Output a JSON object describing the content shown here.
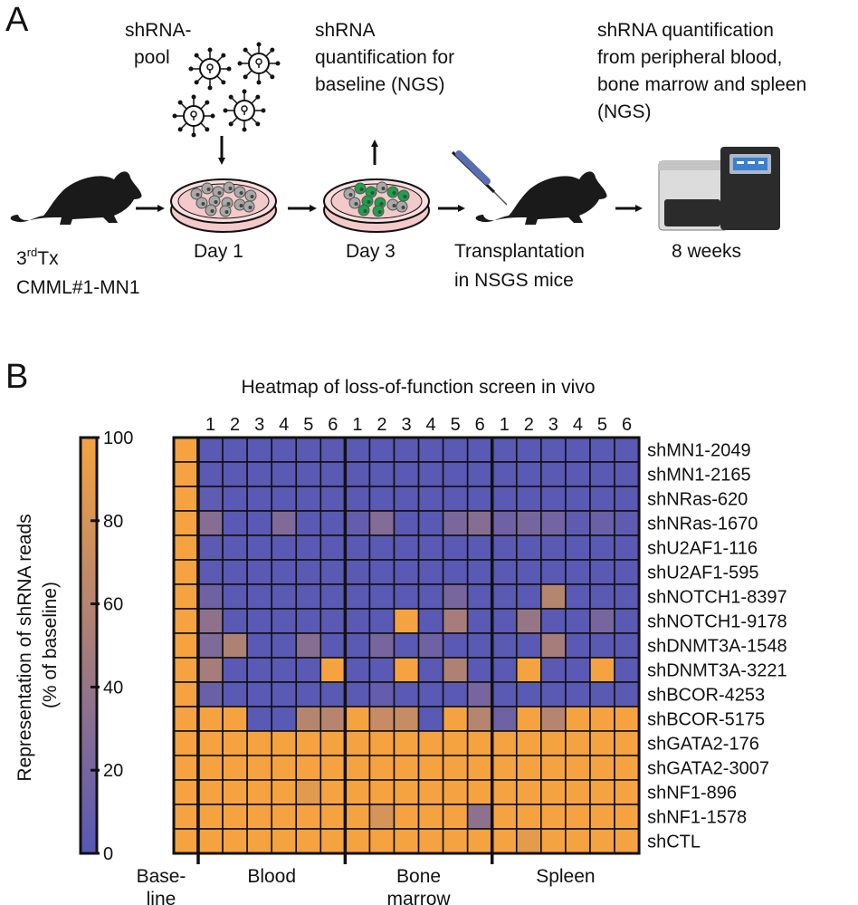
{
  "panel_a": {
    "panel_label": "A",
    "shrna_pool_label": [
      "shRNA-",
      "pool"
    ],
    "baseline_label": [
      "shRNA",
      "quantification for",
      "baseline (NGS)"
    ],
    "readout_label": [
      "shRNA quantification",
      "from peripheral blood,",
      "bone marrow and spleen",
      "(NGS)"
    ],
    "mouse_label_sup": "rd",
    "mouse_label_pre": "3",
    "mouse_label_post": "Tx",
    "mouse_label_line2": "CMML#1-MN1",
    "day1_label": "Day 1",
    "day3_label": "Day 3",
    "transplant_label": [
      "Transplantation",
      "in NSGS mice"
    ],
    "weeks_label": "8 weeks",
    "colors": {
      "mouse": "#1a1a1a",
      "dish": "#f3c9c9",
      "cell_gray": "#a9a9a9",
      "cell_green": "#1aa34a",
      "sequencer_dark": "#2b2b2b",
      "sequencer_light": "#dcdcdc",
      "sequencer_screen": "#3c7fd0"
    },
    "icons": [
      "mouse-icon",
      "virus-icon",
      "petri-dish-icon",
      "syringe-icon",
      "sequencer-icon",
      "arrow-right-icon",
      "arrow-down-icon",
      "arrow-up-icon"
    ]
  },
  "panel_b": {
    "panel_label": "B"
  },
  "chart_data": {
    "type": "heatmap",
    "title": "Heatmap of loss-of-function screen in vivo",
    "colorbar": {
      "label_line1": "Representation of shRNA reads",
      "label_line2": "(% of baseline)",
      "ticks": [
        100,
        80,
        60,
        40,
        20,
        0
      ],
      "range": [
        0,
        100
      ],
      "color_low": "#5757b6",
      "color_high": "#f5a340"
    },
    "baseline_label": [
      "Base-",
      "line"
    ],
    "group_labels": [
      [
        "Blood"
      ],
      [
        "Bone",
        "marrow"
      ],
      [
        "Spleen"
      ]
    ],
    "columns": [
      "1",
      "2",
      "3",
      "4",
      "5",
      "6",
      "1",
      "2",
      "3",
      "4",
      "5",
      "6",
      "1",
      "2",
      "3",
      "4",
      "5",
      "6"
    ],
    "rows": [
      "shMN1-2049",
      "shMN1-2165",
      "shNRas-620",
      "shNRas-1670",
      "shU2AF1-116",
      "shU2AF1-595",
      "shNOTCH1-8397",
      "shNOTCH1-9178",
      "shDNMT3A-1548",
      "shDNMT3A-3221",
      "shBCOR-4253",
      "shBCOR-5175",
      "shGATA2-176",
      "shGATA2-3007",
      "shNF1-896",
      "shNF1-1578",
      "shCTL"
    ],
    "baseline": [
      100,
      100,
      100,
      100,
      100,
      100,
      100,
      100,
      100,
      100,
      100,
      100,
      100,
      100,
      100,
      100,
      100
    ],
    "values": [
      [
        2,
        2,
        2,
        2,
        2,
        2,
        2,
        2,
        2,
        2,
        2,
        2,
        2,
        2,
        2,
        2,
        2,
        2
      ],
      [
        2,
        2,
        2,
        2,
        2,
        2,
        2,
        2,
        2,
        2,
        2,
        2,
        2,
        2,
        2,
        2,
        2,
        2
      ],
      [
        6,
        2,
        2,
        2,
        2,
        2,
        2,
        2,
        2,
        2,
        2,
        2,
        2,
        2,
        2,
        2,
        2,
        2
      ],
      [
        30,
        2,
        2,
        25,
        2,
        2,
        8,
        28,
        2,
        2,
        22,
        30,
        15,
        20,
        18,
        5,
        12,
        5
      ],
      [
        4,
        2,
        2,
        2,
        2,
        2,
        2,
        2,
        2,
        2,
        2,
        2,
        2,
        2,
        2,
        2,
        2,
        2
      ],
      [
        4,
        2,
        2,
        2,
        2,
        2,
        2,
        2,
        2,
        2,
        2,
        2,
        2,
        2,
        2,
        2,
        2,
        2
      ],
      [
        15,
        2,
        2,
        2,
        2,
        2,
        2,
        2,
        2,
        2,
        20,
        2,
        2,
        2,
        60,
        2,
        2,
        2
      ],
      [
        35,
        2,
        2,
        2,
        2,
        2,
        2,
        2,
        100,
        2,
        50,
        2,
        2,
        40,
        2,
        2,
        20,
        2
      ],
      [
        25,
        55,
        2,
        2,
        30,
        2,
        2,
        20,
        2,
        15,
        2,
        2,
        2,
        2,
        50,
        2,
        2,
        2
      ],
      [
        50,
        2,
        2,
        2,
        2,
        100,
        2,
        2,
        100,
        2,
        55,
        2,
        2,
        100,
        2,
        2,
        100,
        2
      ],
      [
        12,
        2,
        2,
        2,
        2,
        2,
        2,
        8,
        2,
        2,
        2,
        20,
        2,
        2,
        2,
        2,
        2,
        2
      ],
      [
        100,
        100,
        2,
        2,
        60,
        60,
        100,
        70,
        70,
        2,
        100,
        60,
        15,
        100,
        60,
        100,
        100,
        100
      ],
      [
        100,
        100,
        100,
        100,
        100,
        100,
        100,
        100,
        100,
        100,
        100,
        100,
        100,
        100,
        100,
        100,
        100,
        100
      ],
      [
        100,
        100,
        100,
        100,
        100,
        100,
        100,
        100,
        100,
        100,
        100,
        100,
        100,
        100,
        100,
        100,
        100,
        100
      ],
      [
        100,
        100,
        100,
        100,
        88,
        100,
        100,
        100,
        100,
        100,
        100,
        100,
        100,
        100,
        100,
        100,
        100,
        100
      ],
      [
        100,
        100,
        100,
        100,
        100,
        100,
        100,
        80,
        100,
        100,
        100,
        35,
        100,
        100,
        100,
        100,
        100,
        100
      ],
      [
        100,
        100,
        100,
        100,
        100,
        100,
        100,
        100,
        100,
        100,
        100,
        100,
        100,
        90,
        100,
        100,
        100,
        100
      ]
    ]
  }
}
